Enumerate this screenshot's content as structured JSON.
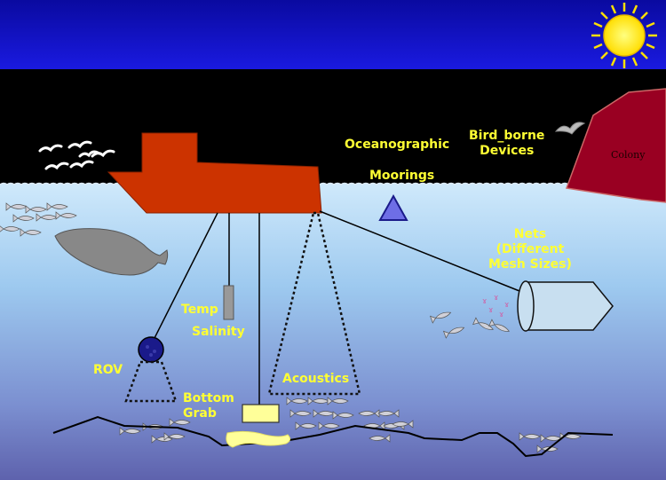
{
  "labels": {
    "oceanographic": "Oceanographic",
    "moorings": "Moorings",
    "bird_borne_line1": "Bird_borne",
    "bird_borne_line2": "Devices",
    "colony": "Colony",
    "nets_line1": "Nets",
    "nets_line2": "(Different",
    "nets_line3": "Mesh Sizes)",
    "temp": "Temp",
    "salinity": "Salinity",
    "rov": "ROV",
    "acoustics": "Acoustics",
    "bottom_line1": "Bottom",
    "bottom_line2": "Grab"
  },
  "colors": {
    "sky_band": "#1010cc",
    "night_sky": "#000000",
    "sun": "#ffee00",
    "ship": "#cc3300",
    "colony_cliff": "#990022",
    "label_yellow": "#ffff33",
    "label_white": "#ffffff",
    "mooring_buoy": "#6e6ee6",
    "rov": "#1a1a8a"
  },
  "icons": {
    "sun": "sun-icon",
    "gull": "gull-icon",
    "whale": "whale-icon",
    "fish": "fish-icon",
    "net": "net-icon",
    "ship": "ship-icon"
  }
}
